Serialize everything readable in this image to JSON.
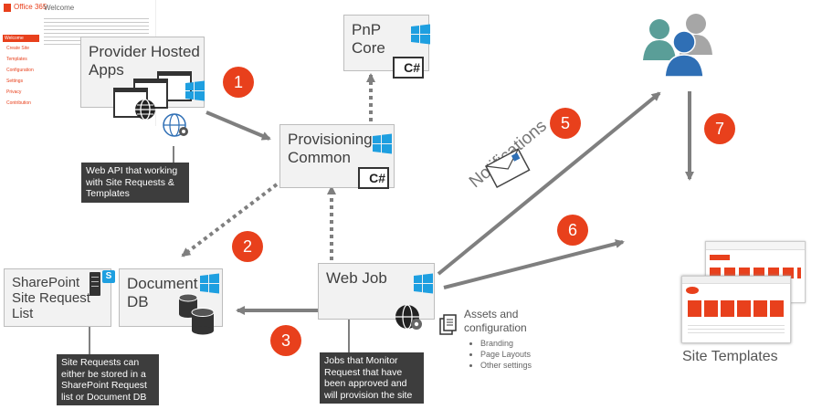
{
  "thumb": {
    "brand": "Office 365",
    "heading": "Welcome",
    "nav": [
      "Welcome",
      "Create Site",
      "Templates",
      "Configuration",
      "Settings",
      "Privacy",
      "Contribution"
    ]
  },
  "nodes": {
    "provider": {
      "title": "Provider Hosted\nApps"
    },
    "pnp": {
      "title": "PnP\nCore",
      "lang": "C#"
    },
    "provisioning": {
      "title": "Provisioning\nCommon",
      "lang": "C#"
    },
    "sharepoint": {
      "title": "SharePoint\nSite Request\nList",
      "badge": "S"
    },
    "docdb": {
      "title": "Document\nDB"
    },
    "webjob": {
      "title": "Web Job"
    }
  },
  "callouts": {
    "webapi": "Web API that working\nwith Site Requests &\nTemplates",
    "siterequests": "Site Requests can\neither be stored in a\nSharePoint Request\nlist or Document DB",
    "jobs": "Jobs that Monitor\nRequest that have\nbeen approved and\nwill provision the site"
  },
  "badges": [
    "1",
    "2",
    "3",
    "5",
    "6",
    "7"
  ],
  "labels": {
    "notifications": "Notifications",
    "assets_title": "Assets and\nconfiguration",
    "assets_items": [
      "Branding",
      "Page Layouts",
      "Other settings"
    ],
    "site_templates": "Site Templates"
  },
  "colors": {
    "accent": "#e8401c",
    "windows_blue": "#1e9fe0",
    "arrow_gray": "#7f7f7f",
    "users_teal": "#5a9e98",
    "users_blue": "#2f6fb5"
  },
  "icons": [
    "windows-logo-icon",
    "browser-windows-icon",
    "globe-icon",
    "gear-icon",
    "database-icon",
    "server-icon",
    "envelope-icon",
    "users-icon",
    "document-icon"
  ]
}
